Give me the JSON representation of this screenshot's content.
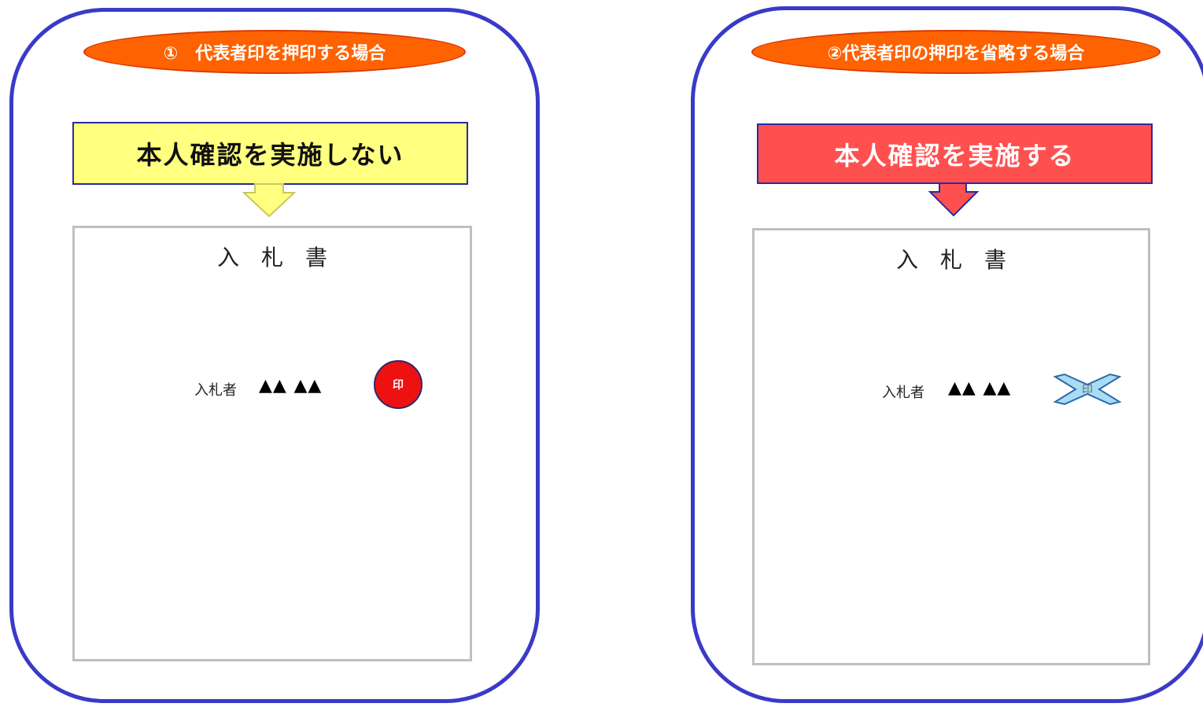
{
  "case1": {
    "header": "①　代表者印を押印する場合",
    "banner": "本人確認を実施しない",
    "document": {
      "title": "入札書",
      "bidder_label": "入札者",
      "bidder_name": "▲▲ ▲▲",
      "seal_text": "印"
    }
  },
  "case2": {
    "header": "②代表者印の押印を省略する場合",
    "banner": "本人確認を実施する",
    "document": {
      "title": "入札書",
      "bidder_label": "入札者",
      "bidder_name": "▲▲ ▲▲",
      "seal_text": "印"
    }
  },
  "colors": {
    "panel_border": "#3a3ac8",
    "pill": "#ff6200",
    "banner_yellow": "#ffff80",
    "banner_red": "#ff5050",
    "seal": "#ee1111",
    "omit_mark": "#a8dcf5"
  }
}
